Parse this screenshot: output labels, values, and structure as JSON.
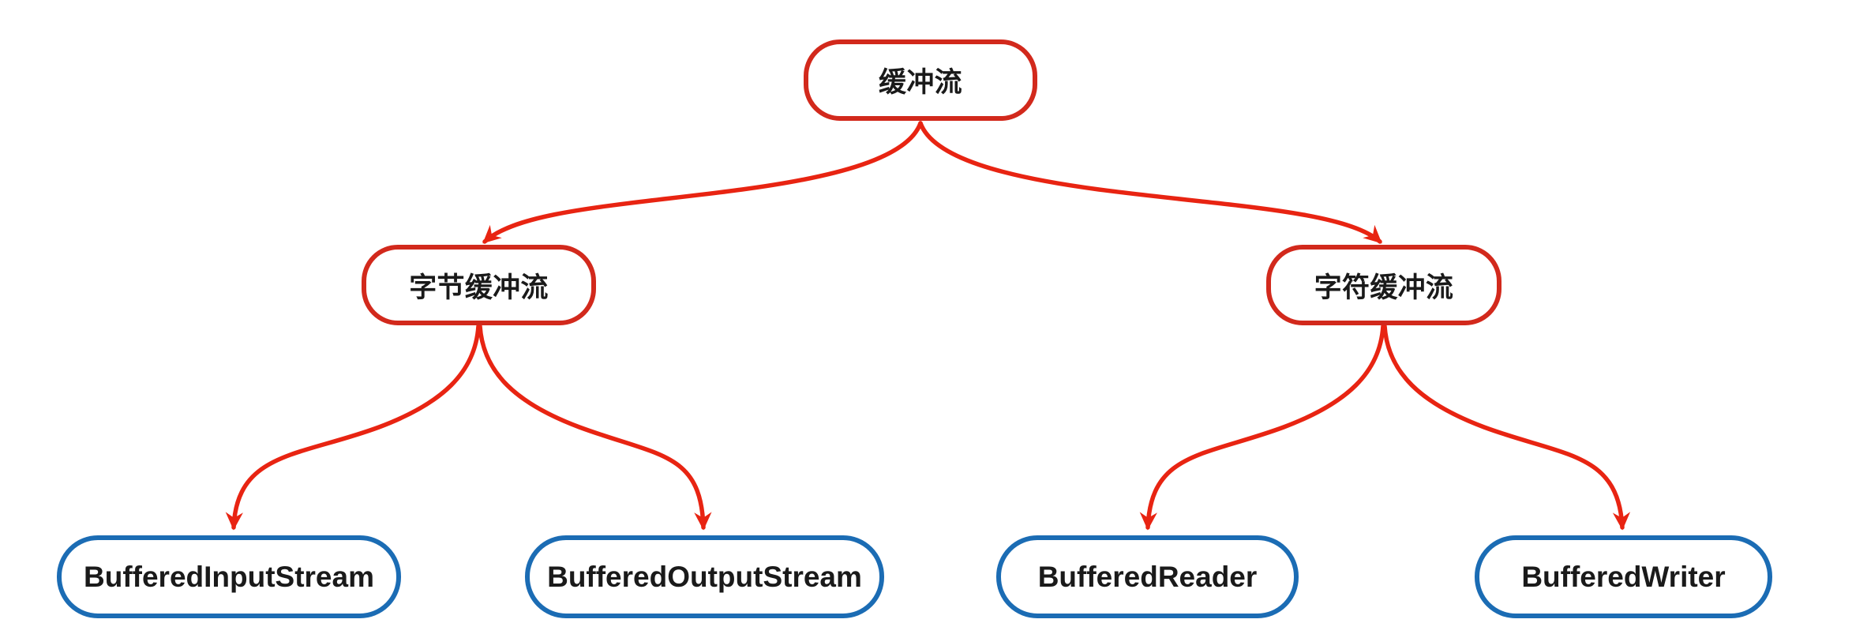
{
  "colors": {
    "background": "#ffffff",
    "branch_red": "#d2291c",
    "arrow_red": "#e82412",
    "class_blue": "#1b6cb4",
    "text": "#1a1a1a"
  },
  "nodes": {
    "root": {
      "label": "缓冲流",
      "border": "red"
    },
    "byte": {
      "label": "字节缓冲流",
      "border": "red"
    },
    "char": {
      "label": "字符缓冲流",
      "border": "red"
    },
    "buffered_input_stream": {
      "label": "BufferedInputStream",
      "border": "blue"
    },
    "buffered_output_stream": {
      "label": "BufferedOutputStream",
      "border": "blue"
    },
    "buffered_reader": {
      "label": "BufferedReader",
      "border": "blue"
    },
    "buffered_writer": {
      "label": "BufferedWriter",
      "border": "blue"
    }
  },
  "edges": [
    {
      "from": "缓冲流",
      "to": "字节缓冲流"
    },
    {
      "from": "缓冲流",
      "to": "字符缓冲流"
    },
    {
      "from": "字节缓冲流",
      "to": "BufferedInputStream"
    },
    {
      "from": "字节缓冲流",
      "to": "BufferedOutputStream"
    },
    {
      "from": "字符缓冲流",
      "to": "BufferedReader"
    },
    {
      "from": "字符缓冲流",
      "to": "BufferedWriter"
    }
  ]
}
